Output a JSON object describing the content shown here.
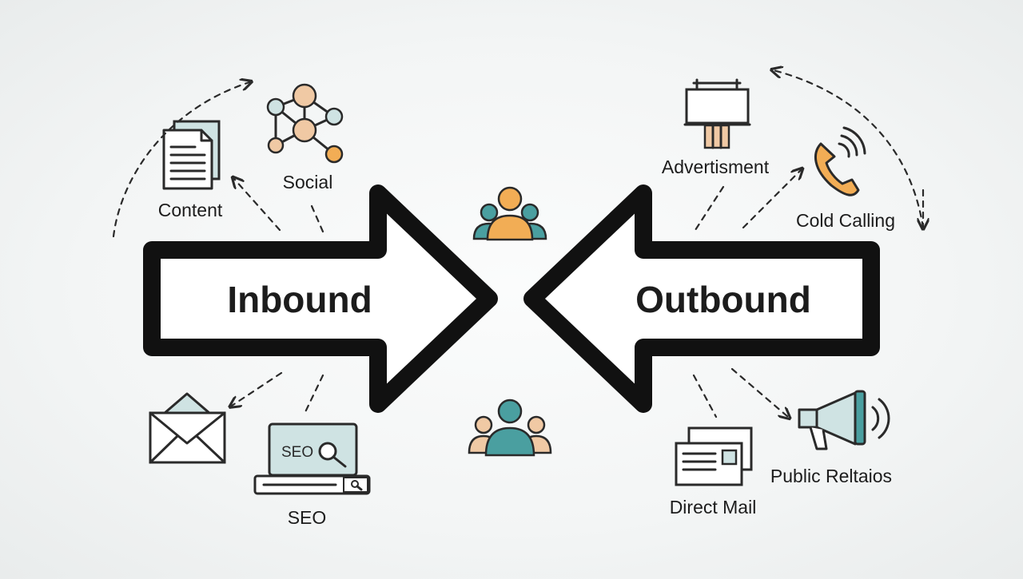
{
  "diagram": {
    "left_arrow_label": "Inbound",
    "right_arrow_label": "Outbound",
    "inbound_items": [
      {
        "label": "Content",
        "icon": "document-icon"
      },
      {
        "label": "Social",
        "icon": "network-icon"
      },
      {
        "label": "",
        "icon": "envelope-icon"
      },
      {
        "label": "SEO",
        "icon": "seo-laptop-icon",
        "screen_text": "SEO"
      }
    ],
    "outbound_items": [
      {
        "label": "Advertisment",
        "icon": "billboard-icon"
      },
      {
        "label": "Cold Calling",
        "icon": "phone-icon"
      },
      {
        "label": "Direct Mail",
        "icon": "mail-stack-icon"
      },
      {
        "label": "Public Reltaios",
        "icon": "megaphone-icon"
      }
    ],
    "center_icons": [
      "people-group-icon",
      "people-group-icon"
    ]
  },
  "colors": {
    "outline": "#111111",
    "ink": "#2a2a2a",
    "teal": "#4a9fa0",
    "light_teal": "#cfe3e3",
    "orange": "#f2ad55",
    "peach": "#f0c9a4",
    "background": "#f3f5f5"
  }
}
